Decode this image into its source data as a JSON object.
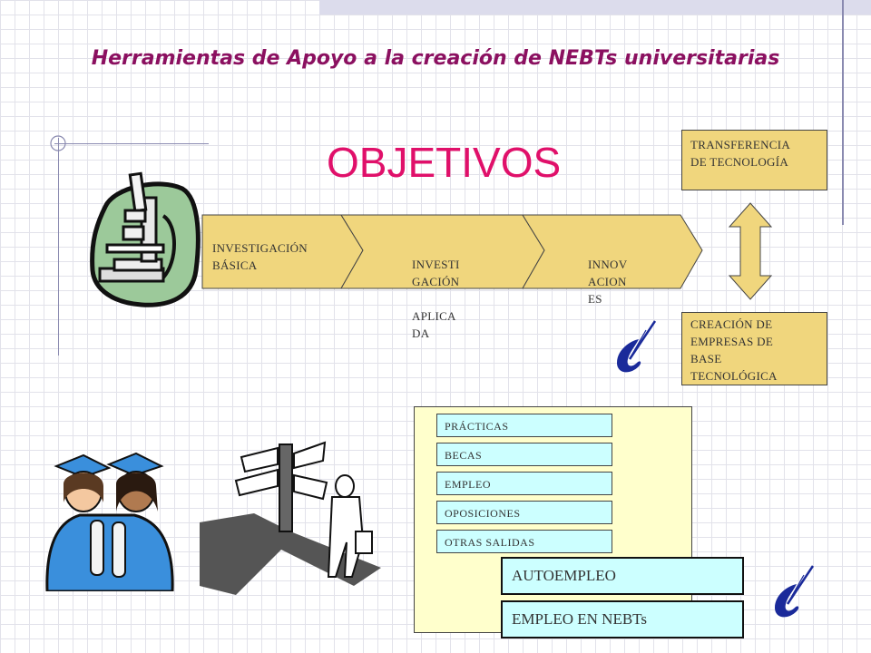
{
  "title": "Herramientas de Apoyo a la creación de NEBTs universitarias",
  "objetivos": "OBJETIVOS",
  "flow": {
    "step1": [
      "INVESTIGACIÓN",
      "BÁSICA"
    ],
    "step2": [
      "INVESTI",
      "GACIÓN",
      "",
      "APLICA",
      "DA"
    ],
    "step3": [
      "INNOV",
      "ACION",
      "ES"
    ]
  },
  "right_boxes": {
    "transferencia": [
      "TRANSFERENCIA",
      "DE TECNOLOGÍA"
    ],
    "creacion": [
      "CREACIÓN DE",
      "EMPRESAS DE",
      "BASE",
      "TECNOLÓGICA"
    ]
  },
  "list_items": [
    "PRÁCTICAS",
    "BECAS",
    "EMPLEO",
    "OPOSICIONES",
    "OTRAS SALIDAS"
  ],
  "big_items": [
    "AUTOEMPLEO",
    "EMPLEO EN NEBTs"
  ],
  "colors": {
    "title": "#8b1060",
    "objetivos": "#e0106a",
    "box_fill": "#f0d67d",
    "list_bg": "#ffffcc",
    "item_bg": "#ccffff",
    "deco_blue": "#1a2a9a"
  },
  "icons": [
    "microscope-icon",
    "graduates-icon",
    "crossroads-signpost-icon",
    "checkmark-logo-icon"
  ]
}
